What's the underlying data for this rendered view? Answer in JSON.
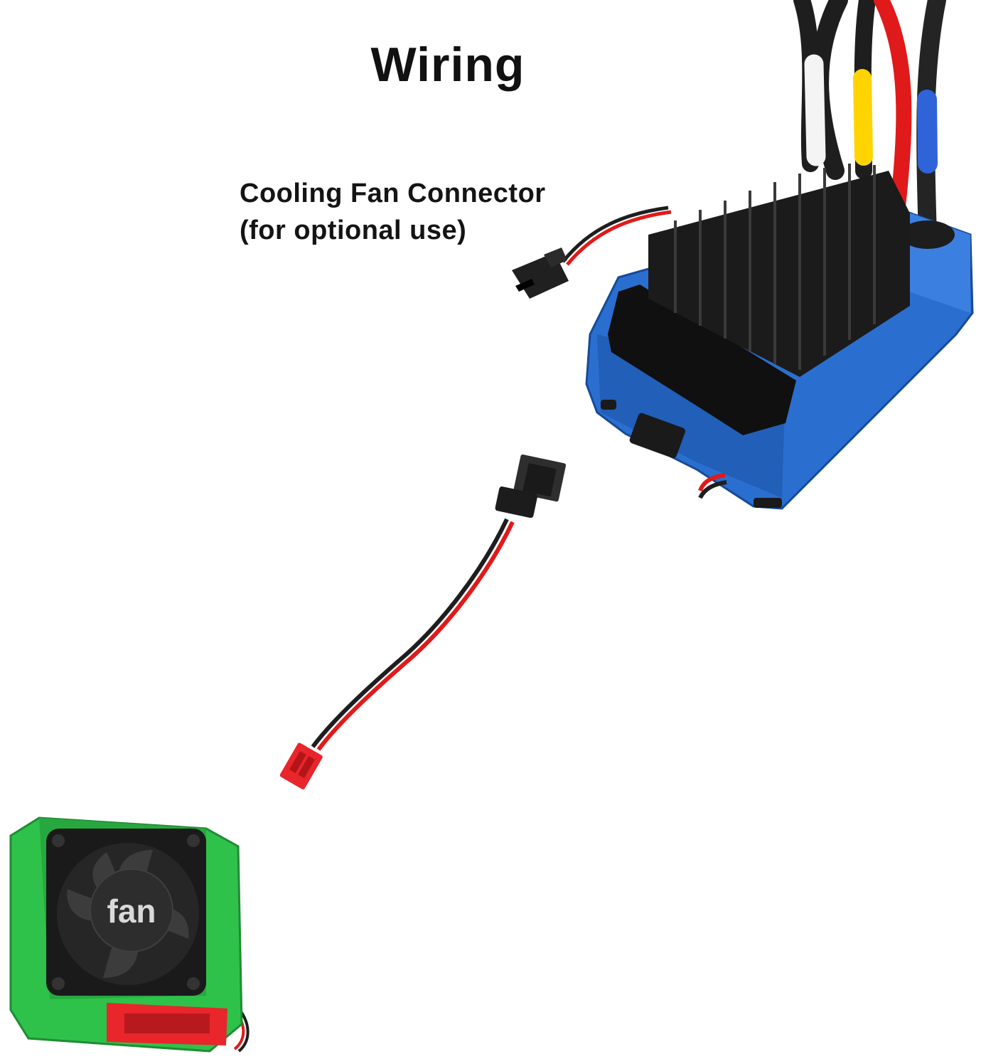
{
  "title": "Wiring",
  "connector_label": {
    "line1": "Cooling Fan Connector",
    "line2": "(for optional use)"
  },
  "fan_label": "fan",
  "colors": {
    "esc_body": "#2a6fd0",
    "heatsink": "#1b1b1b",
    "fan_frame": "#2ec24a",
    "wire_red": "#e01a1a",
    "wire_black": "#1e1e1e",
    "wire_yellow": "#ffd400",
    "wire_white": "#f4f4f4",
    "wire_blue_sleeve": "#2f63d8",
    "connector_red": "#e8262b",
    "connector_black": "#222222"
  }
}
